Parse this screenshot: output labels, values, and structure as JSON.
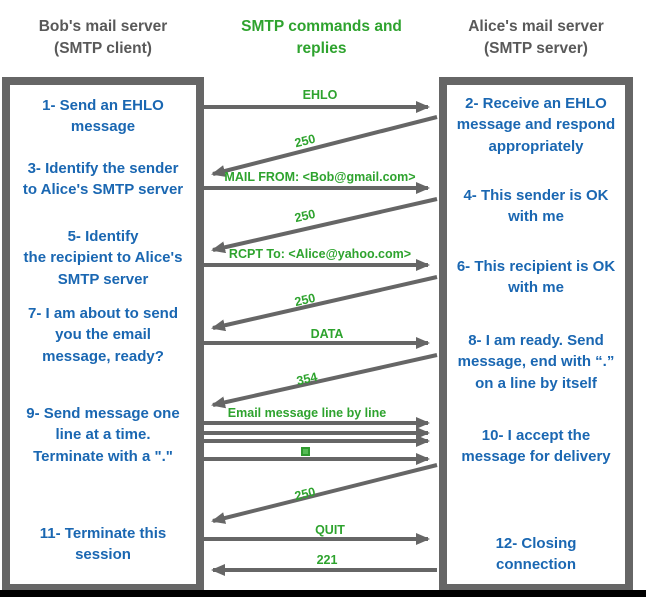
{
  "headers": {
    "client": "Bob's mail server\n(SMTP client)",
    "center": "SMTP commands and\nreplies",
    "server": "Alice's mail server\n(SMTP server)"
  },
  "client_box": {
    "steps": [
      "1- Send an EHLO\nmessage",
      "3- Identify the sender\nto Alice's SMTP server",
      "5- Identify\nthe recipient to Alice's\nSMTP server",
      "7- I am about to send\nyou the email\nmessage, ready?",
      "9- Send message one\nline at a time.\nTerminate with a \".\"",
      "11- Terminate this\nsession"
    ]
  },
  "server_box": {
    "steps": [
      "2- Receive an EHLO\nmessage and respond\nappropriately",
      "4- This sender is OK\nwith me",
      "6- This recipient is OK\nwith me",
      "8-  I am ready. Send\nmessage, end with “.”\non a line by itself",
      "10-  I accept the\nmessage for delivery",
      "12-  Closing\nconnection"
    ]
  },
  "messages": [
    {
      "label": "EHLO",
      "direction": "client-to-server"
    },
    {
      "label": "250",
      "direction": "server-to-client"
    },
    {
      "label": "MAIL FROM: <Bob@gmail.com>",
      "direction": "client-to-server"
    },
    {
      "label": "250",
      "direction": "server-to-client"
    },
    {
      "label": "RCPT To: <Alice@yahoo.com>",
      "direction": "client-to-server"
    },
    {
      "label": "250",
      "direction": "server-to-client"
    },
    {
      "label": "DATA",
      "direction": "client-to-server"
    },
    {
      "label": "354",
      "direction": "server-to-client"
    },
    {
      "label": "Email message line by line",
      "direction": "client-to-server"
    },
    {
      "label": "250",
      "direction": "server-to-client"
    },
    {
      "label": "QUIT",
      "direction": "client-to-server"
    },
    {
      "label": "221",
      "direction": "server-to-client"
    }
  ],
  "terminator_dot": ".",
  "colors": {
    "accent_blue": "#1a67b2",
    "label_green": "#2ea32e",
    "arrow_gray": "#666666",
    "heading_gray": "#595959"
  }
}
